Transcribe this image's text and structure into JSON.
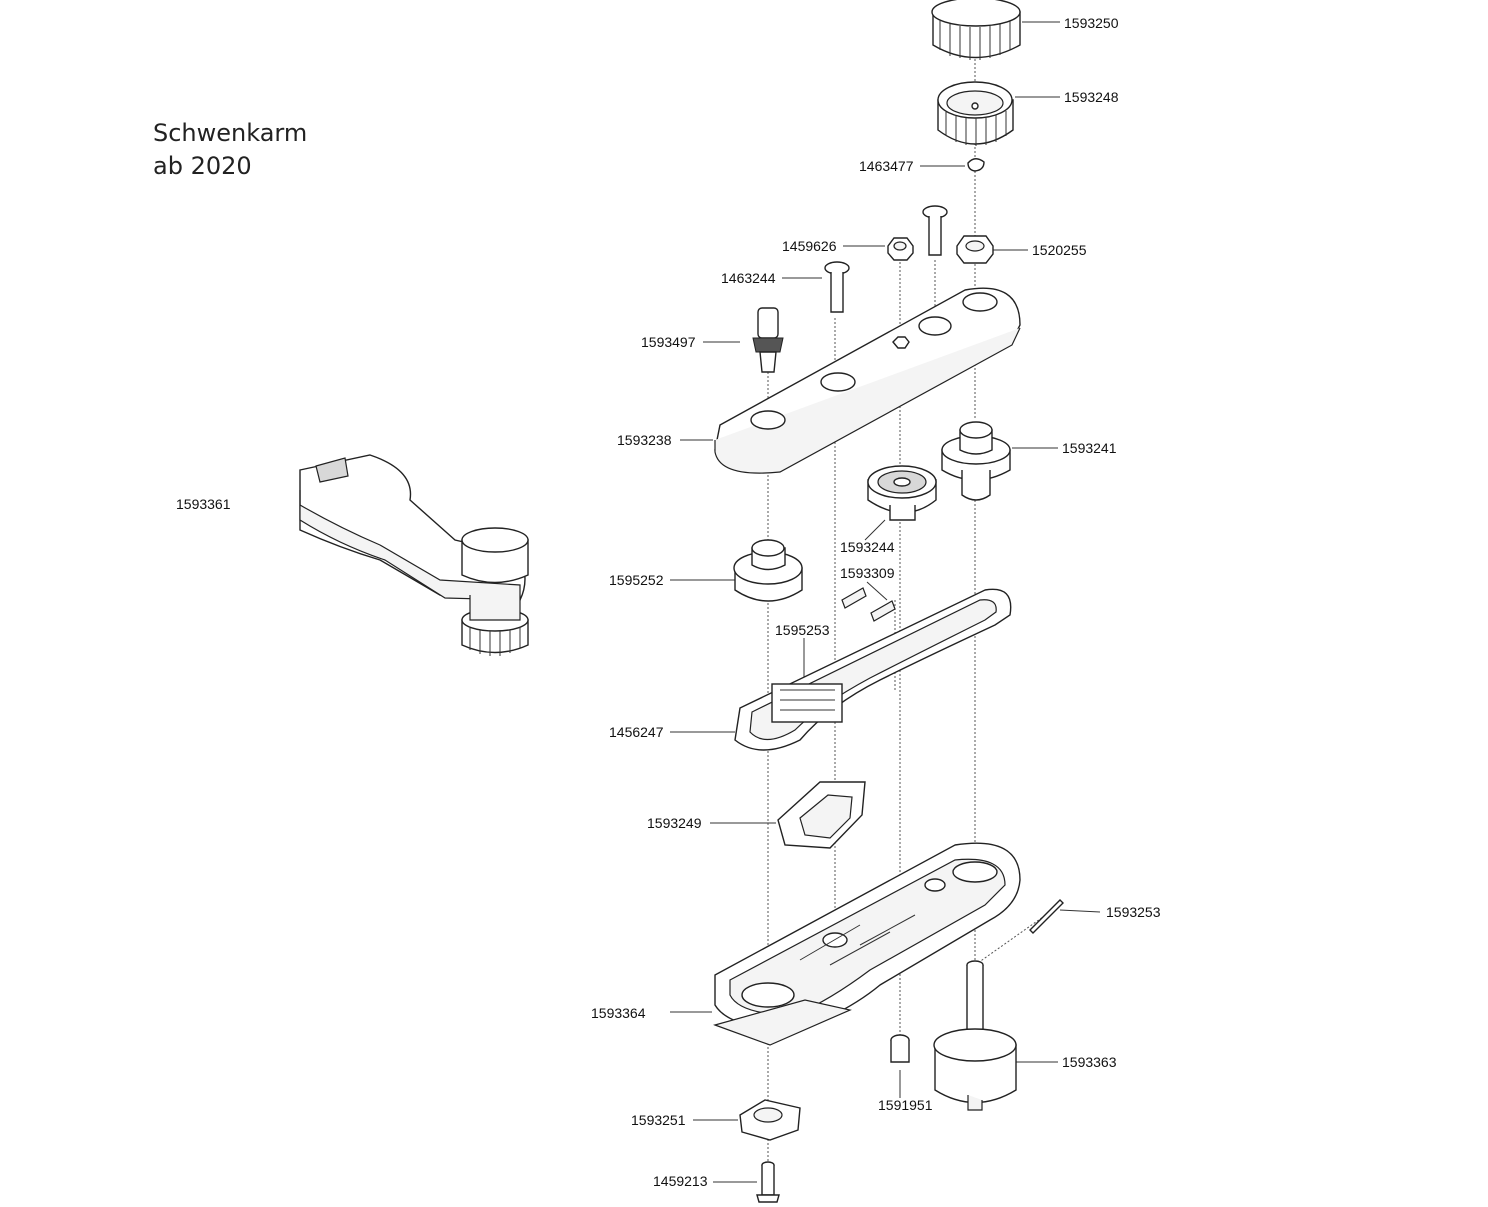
{
  "title": {
    "line1": "Schwenkarm",
    "line2": "ab 2020"
  },
  "parts": [
    {
      "number": "1593250"
    },
    {
      "number": "1593248"
    },
    {
      "number": "1463477"
    },
    {
      "number": "1459626"
    },
    {
      "number": "1520255"
    },
    {
      "number": "1463244"
    },
    {
      "number": "1593497"
    },
    {
      "number": "1593238"
    },
    {
      "number": "1593241"
    },
    {
      "number": "1593361"
    },
    {
      "number": "1593244"
    },
    {
      "number": "1593309"
    },
    {
      "number": "1595252"
    },
    {
      "number": "1595253"
    },
    {
      "number": "1456247"
    },
    {
      "number": "1593249"
    },
    {
      "number": "1593253"
    },
    {
      "number": "1593364"
    },
    {
      "number": "1593363"
    },
    {
      "number": "1591951"
    },
    {
      "number": "1593251"
    },
    {
      "number": "1459213"
    }
  ]
}
